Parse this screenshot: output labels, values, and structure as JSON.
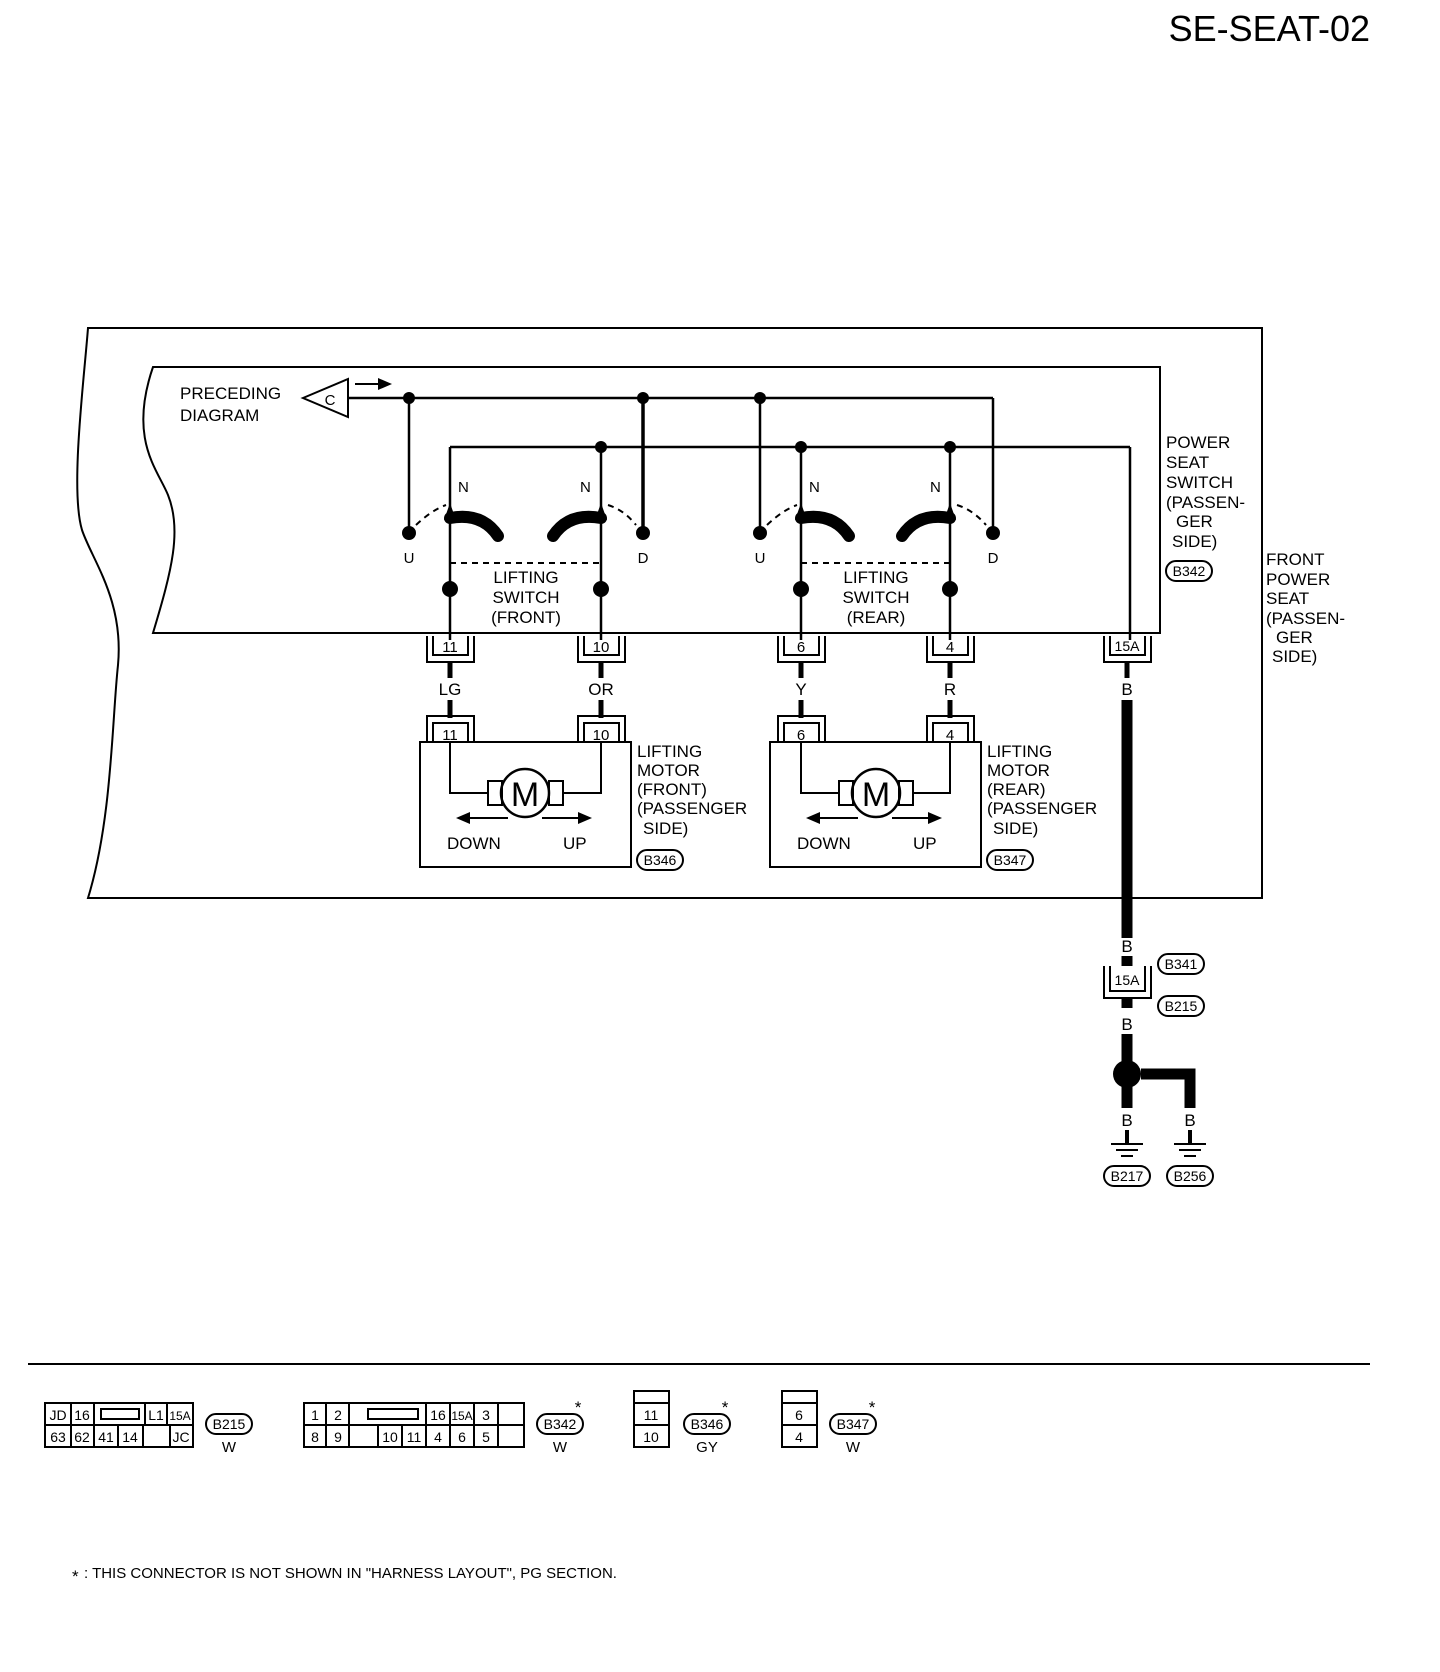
{
  "title": "SE-SEAT-02",
  "preceding": {
    "line1": "PRECEDING",
    "line2": "DIAGRAM",
    "connector": "C"
  },
  "power_seat_switch": {
    "lines": [
      "POWER",
      "SEAT",
      "SWITCH",
      "(PASSEN-",
      "GER",
      "SIDE)"
    ],
    "connector": "B342"
  },
  "front_power_seat": {
    "lines": [
      "FRONT",
      "POWER",
      "SEAT",
      "(PASSEN-",
      "GER",
      "SIDE)"
    ]
  },
  "switch_front": {
    "lines": [
      "LIFTING",
      "SWITCH",
      "(FRONT)"
    ],
    "pos_u": "U",
    "pos_d": "D",
    "pos_n": "N"
  },
  "switch_rear": {
    "lines": [
      "LIFTING",
      "SWITCH",
      "(REAR)"
    ],
    "pos_u": "U",
    "pos_d": "D",
    "pos_n": "N"
  },
  "switch_terminals": [
    "11",
    "10",
    "6",
    "4",
    "15A"
  ],
  "wire_colors": [
    "LG",
    "OR",
    "Y",
    "R",
    "B"
  ],
  "motor_front": {
    "lines": [
      "LIFTING",
      "MOTOR",
      "(FRONT)",
      "(PASSENGER",
      "SIDE)"
    ],
    "connector": "B346",
    "terminals": [
      "11",
      "10"
    ],
    "symbol": "M",
    "down": "DOWN",
    "up": "UP"
  },
  "motor_rear": {
    "lines": [
      "LIFTING",
      "MOTOR",
      "(REAR)",
      "(PASSENGER",
      "SIDE)"
    ],
    "connector": "B347",
    "terminals": [
      "6",
      "4"
    ],
    "symbol": "M",
    "down": "DOWN",
    "up": "UP"
  },
  "ground_path": {
    "wire_color": "B",
    "joint_connectors": [
      "B341",
      "B215"
    ],
    "joint_terminal": "15A",
    "grounds": [
      "B217",
      "B256"
    ]
  },
  "connector_views": {
    "b215": {
      "id": "B215",
      "color": "W",
      "row1": [
        "JD",
        "16",
        "",
        "L1",
        "15A"
      ],
      "row2": [
        "63",
        "62",
        "41",
        "14",
        "",
        "JC"
      ]
    },
    "b342": {
      "id": "B342",
      "color": "W",
      "star": "*",
      "row1": [
        "1",
        "2",
        "",
        "16",
        "15A",
        "3"
      ],
      "row2": [
        "8",
        "9",
        "10",
        "11",
        "4",
        "6",
        "5"
      ]
    },
    "b346": {
      "id": "B346",
      "color": "GY",
      "star": "*",
      "top": "11",
      "bottom": "10"
    },
    "b347": {
      "id": "B347",
      "color": "W",
      "star": "*",
      "top": "6",
      "bottom": "4"
    }
  },
  "footnote": {
    "star": "*",
    "text": ": THIS CONNECTOR IS NOT SHOWN IN \"HARNESS LAYOUT\", PG SECTION."
  }
}
